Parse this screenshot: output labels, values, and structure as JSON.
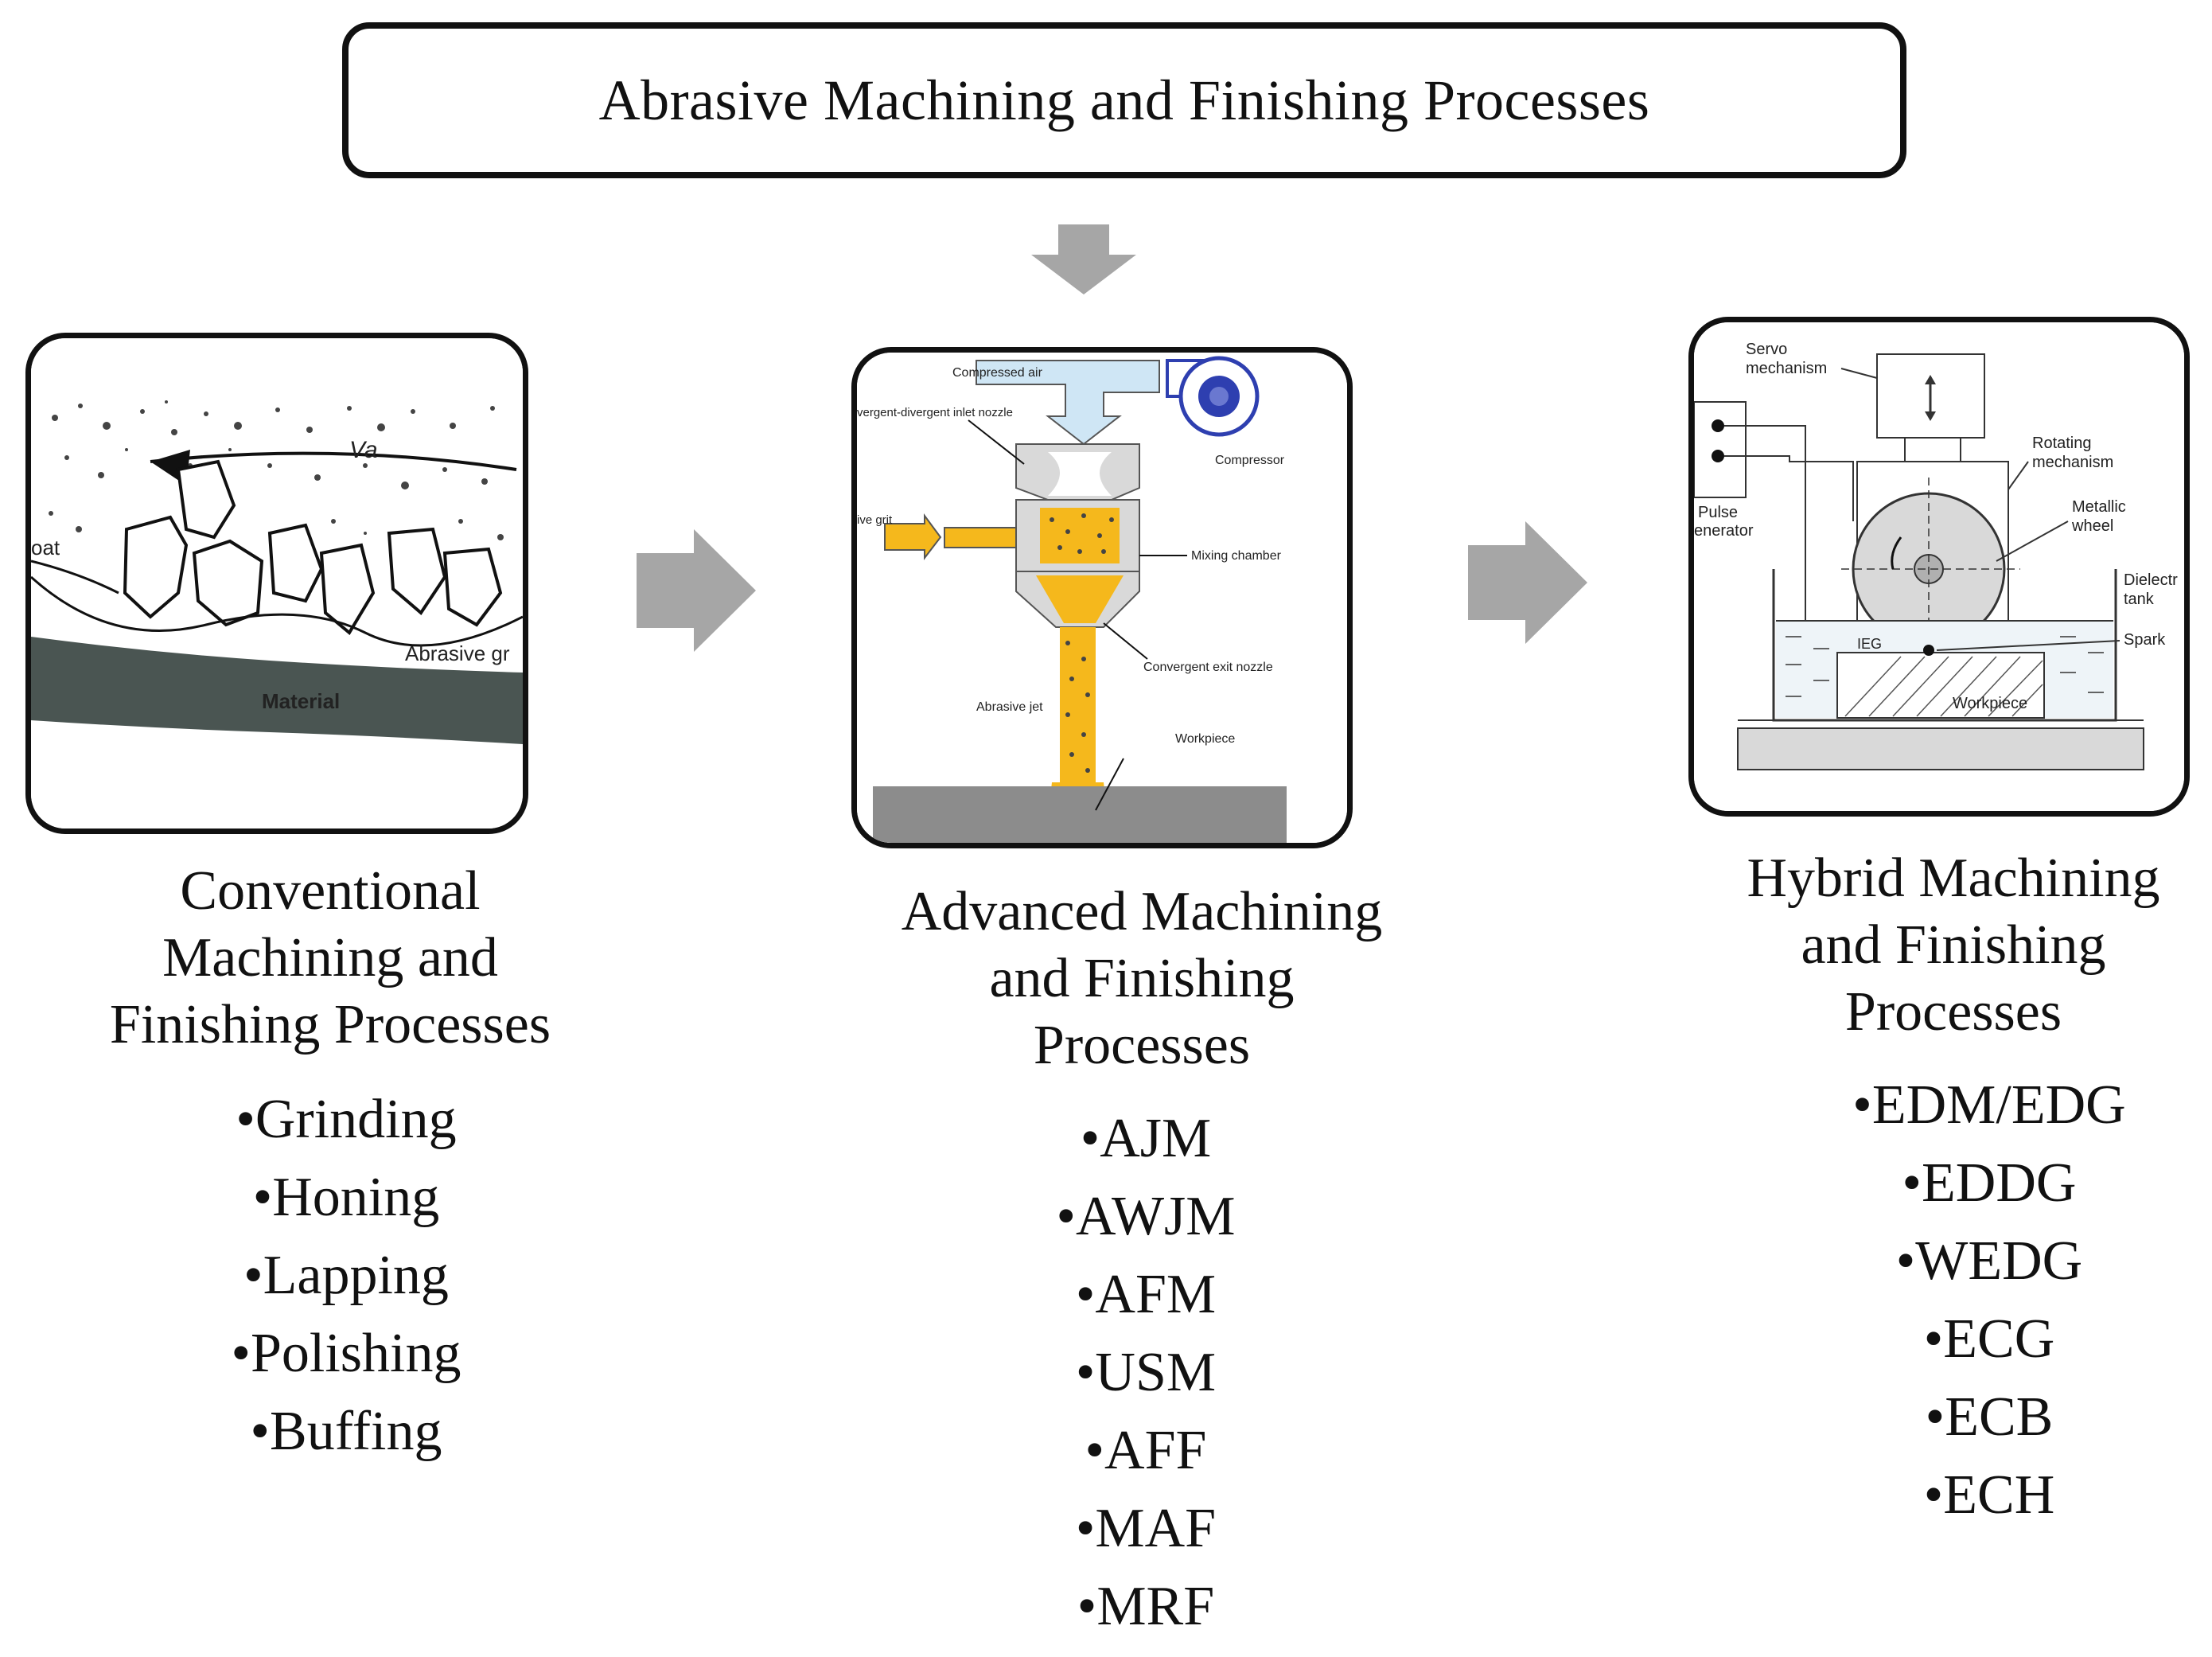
{
  "title": "Abrasive Machining and Finishing Processes",
  "columns": [
    {
      "heading_lines": [
        "Conventional",
        "Machining and",
        "Finishing Processes"
      ],
      "items": [
        "Grinding",
        "Honing",
        "Lapping",
        "Polishing",
        "Buffing"
      ],
      "figure_labels": {
        "coat": "oat",
        "velocity": "Va",
        "grit": "Abrasive gr",
        "material": "Material"
      }
    },
    {
      "heading_lines": [
        "Advanced Machining",
        "and Finishing",
        "Processes"
      ],
      "items": [
        "AJM",
        "AWJM",
        "AFM",
        "USM",
        "AFF",
        "MAF",
        "MRF"
      ],
      "figure_labels": {
        "compressed_air": "Compressed air",
        "inlet_nozzle": "vergent-divergent inlet nozzle",
        "compressor": "Compressor",
        "grit": "ive grit",
        "mixing": "Mixing chamber",
        "exit_nozzle": "Convergent exit nozzle",
        "jet": "Abrasive jet",
        "workpiece": "Workpiece"
      }
    },
    {
      "heading_lines": [
        "Hybrid Machining",
        "and Finishing",
        "Processes"
      ],
      "items": [
        "EDM/EDG",
        "EDDG",
        "WEDG",
        "ECG",
        "ECB",
        "ECH"
      ],
      "figure_labels": {
        "servo1": "Servo",
        "servo2": "mechanism",
        "pulse1": "Pulse",
        "pulse2": "enerator",
        "rot1": "Rotating",
        "rot2": "mechanism",
        "wheel1": "Metallic",
        "wheel2": "wheel",
        "diel1": "Dielectr",
        "diel2": "tank",
        "spark": "Spark",
        "ieg": "IEG",
        "workpiece": "Workpiece"
      }
    }
  ],
  "colors": {
    "arrow": "#a6a6a6",
    "border": "#111111",
    "jet": "#f5b81c",
    "compressor": "#2e3fb0",
    "material": "#4a5552"
  },
  "bullet": "•"
}
